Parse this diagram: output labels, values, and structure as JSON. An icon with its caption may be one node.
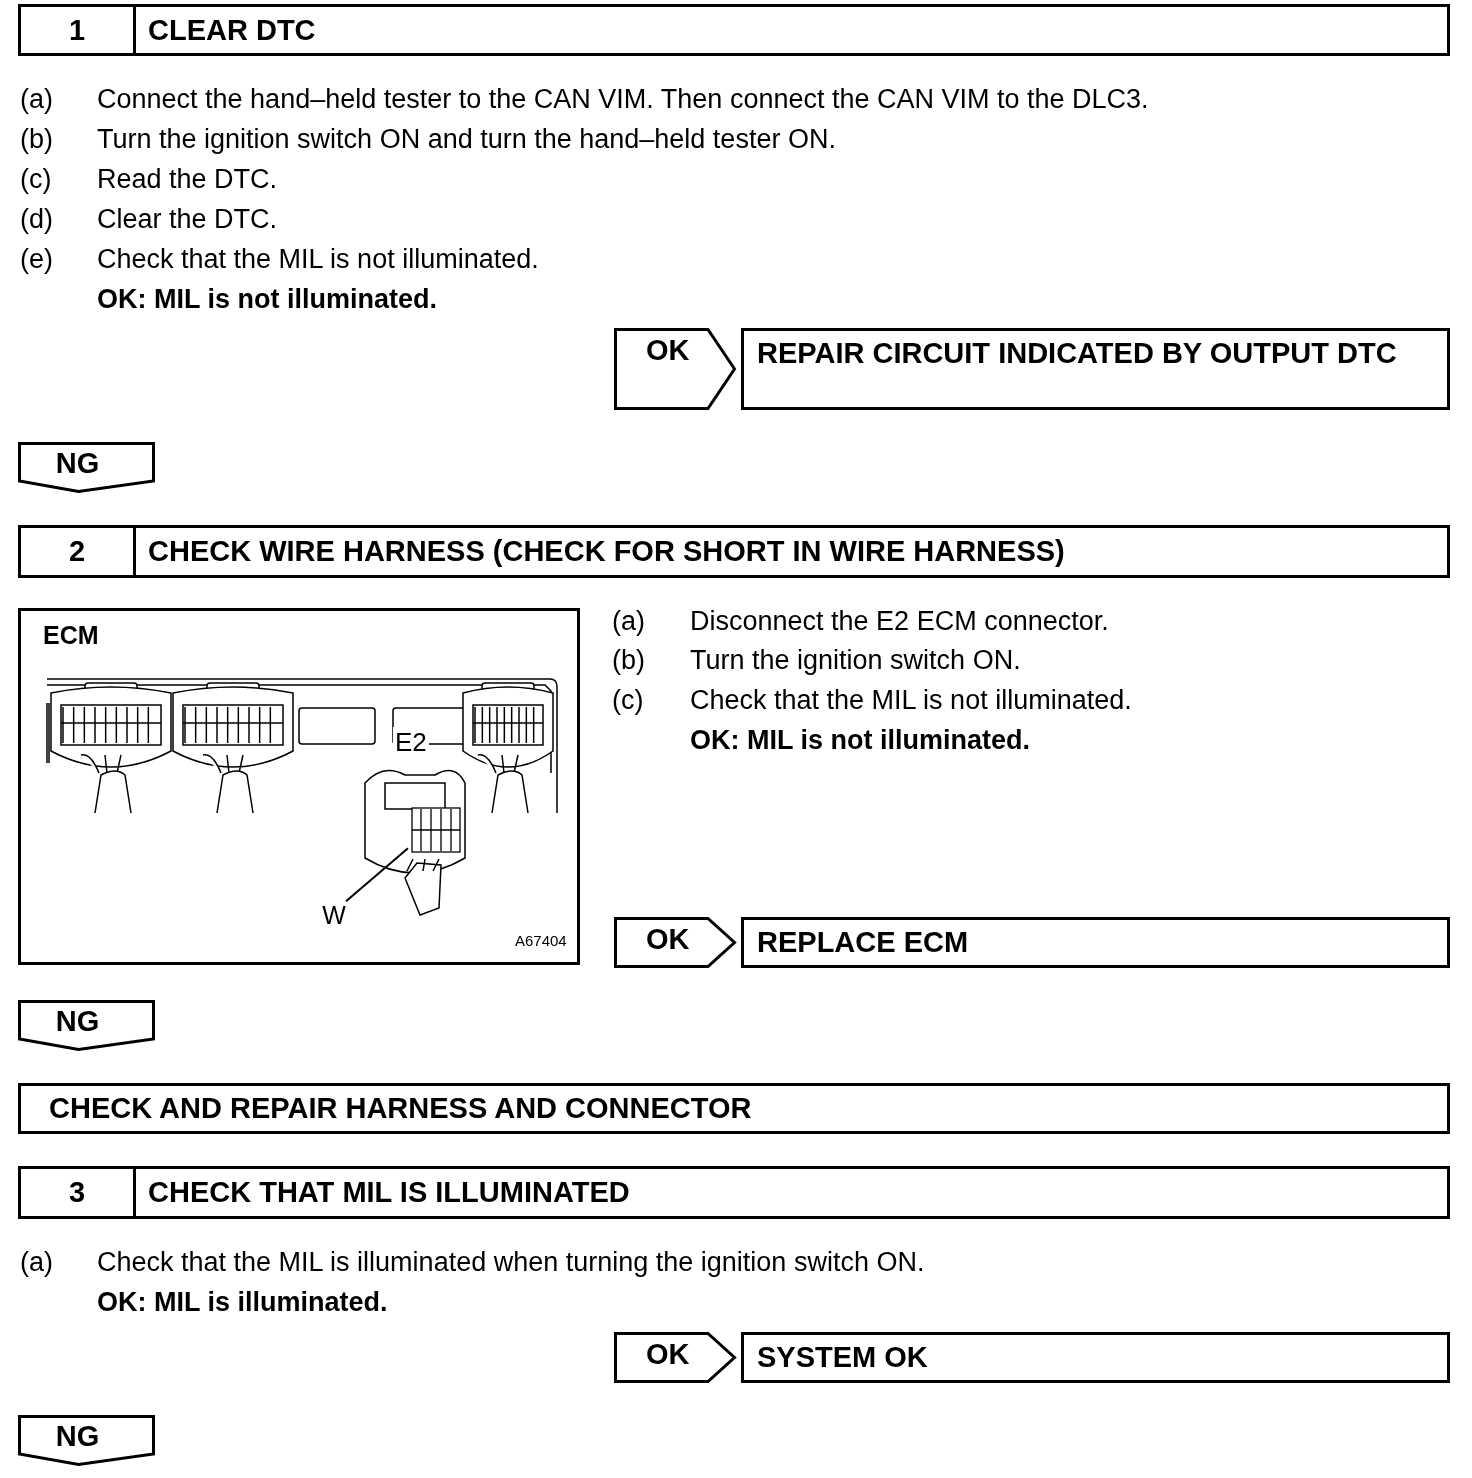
{
  "diagram": {
    "nodes": [
      {
        "text": [
          "1",
          "CLEAR DTC"
        ]
      },
      {
        "text": [
          "OK"
        ]
      },
      {
        "text": [
          "REPAIR CIRCUIT INDICATED BY OUTPUT DTC"
        ]
      },
      {
        "text": [
          "NG"
        ]
      },
      {
        "text": [
          "2",
          "CHECK WIRE HARNESS (CHECK FOR SHORT IN WIRE HARNESS)"
        ]
      },
      {
        "text": [
          "ECM"
        ]
      },
      {
        "text": [],
        "shape": "picture",
        "in": 5
      },
      {
        "text": [
          "W"
        ],
        "in": 5
      },
      {
        "text": [
          "OK"
        ]
      },
      {
        "text": [
          "REPLACE ECM"
        ]
      },
      {
        "text": [
          "NG"
        ]
      },
      {
        "text": [
          "CHECK AND REPAIR HARNESS AND CONNECTOR"
        ]
      },
      {
        "text": [
          "3",
          "CHECK THAT MIL IS ILLUMINATED"
        ]
      },
      {
        "text": [
          "OK"
        ]
      },
      {
        "text": [
          "SYSTEM OK"
        ]
      },
      {
        "text": [
          "NG"
        ]
      }
    ],
    "edges": [
      {
        "from": 7,
        "to": 6,
        "arrow": "none"
      }
    ],
    "labels": [
      "(a)",
      "Connect the hand–held tester to the CAN VIM. Then connect the CAN VIM to the DLC3.",
      "(b)",
      "Turn the ignition switch ON and turn the hand–held tester ON.",
      "(c)",
      "Read the DTC.",
      "(d)",
      "Clear the DTC.",
      "(e)",
      "Check that the MIL is not illuminated.",
      "OK: MIL is not illuminated.",
      "E2",
      "A67404",
      "(a)",
      "Disconnect the E2 ECM connector.",
      "(b)",
      "Turn the ignition switch ON.",
      "(c)",
      "Check that the MIL is not illuminated.",
      "OK: MIL is not illuminated.",
      "(a)",
      "Check that the MIL is illuminated when turning the ignition switch ON.",
      "OK: MIL is illuminated."
    ]
  }
}
